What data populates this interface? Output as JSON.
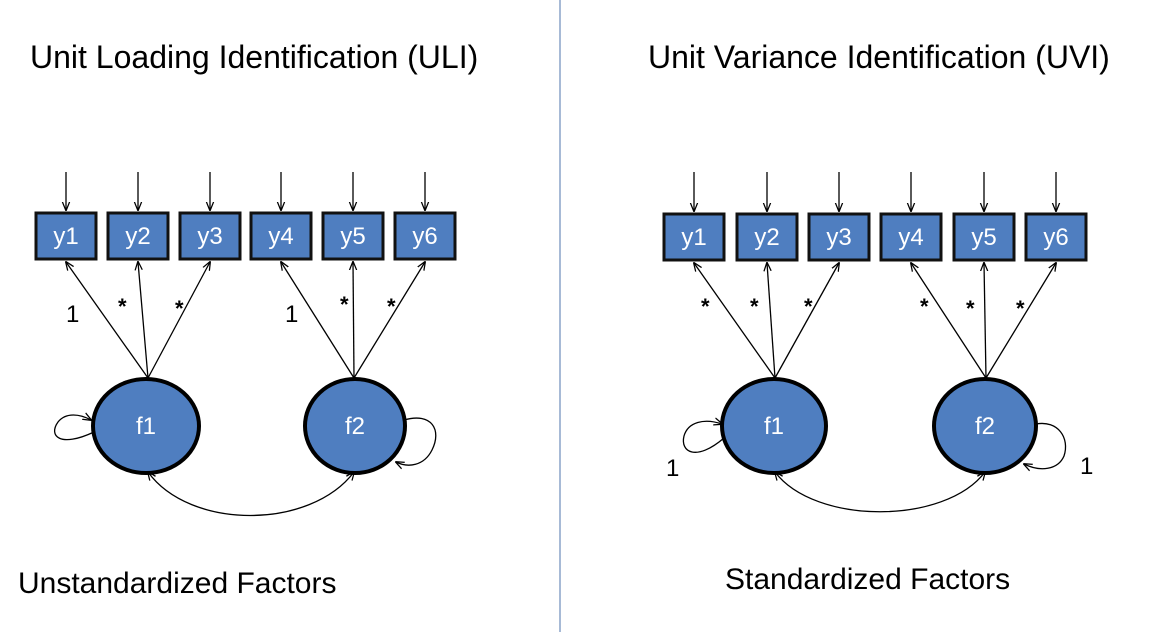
{
  "left_panel": {
    "title": "Unit Loading Identification (ULI)",
    "caption": "Unstandardized Factors",
    "indicators": [
      "y1",
      "y2",
      "y3",
      "y4",
      "y5",
      "y6"
    ],
    "factors": [
      "f1",
      "f2"
    ],
    "loading_labels": [
      "1",
      "*",
      "*",
      "1",
      "*",
      "*"
    ]
  },
  "right_panel": {
    "title": "Unit Variance Identification (UVI)",
    "caption": "Standardized Factors",
    "indicators": [
      "y1",
      "y2",
      "y3",
      "y4",
      "y5",
      "y6"
    ],
    "factors": [
      "f1",
      "f2"
    ],
    "loading_labels": [
      "*",
      "*",
      "*",
      "*",
      "*",
      "*"
    ],
    "variance_labels": [
      "1",
      "1"
    ]
  },
  "colors": {
    "node_fill": "#4f7ec0",
    "divider": "#8aa4c8"
  }
}
